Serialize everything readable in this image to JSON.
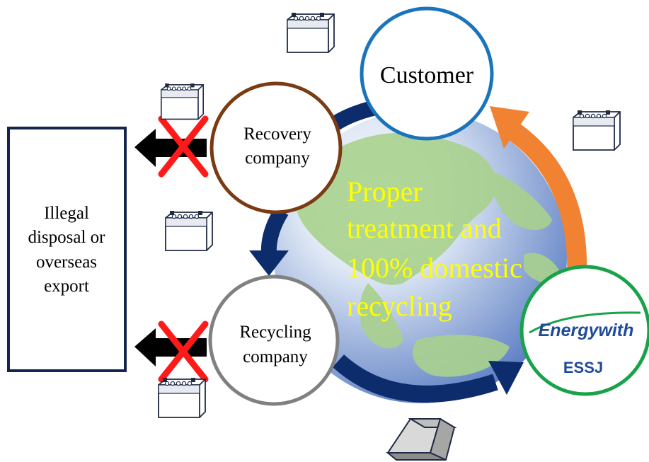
{
  "center_text": {
    "line1": "Proper",
    "line2": "treatment and",
    "line3": "100% domestic",
    "line4": "recycling"
  },
  "nodes": {
    "customer": "Customer",
    "recovery": {
      "line1": "Recovery",
      "line2": "company"
    },
    "recycling": {
      "line1": "Recycling",
      "line2": "company"
    },
    "logo": {
      "brand": "Energywith",
      "sub": "ESSJ"
    }
  },
  "illegal_box": {
    "line1": "Illegal",
    "line2": "disposal or",
    "line3": "overseas",
    "line4": "export"
  },
  "colors": {
    "navy": "#0d2c6c",
    "orange": "#f08232",
    "customer_ring": "#1a74bb",
    "recovery_ring": "#7a3b13",
    "recycling_ring": "#808080",
    "energywith_ring": "#18a24a",
    "cross": "#ff1a1a",
    "center_text": "#ffff00"
  },
  "icons": [
    "battery-icon",
    "battery-icon",
    "battery-icon",
    "battery-icon",
    "battery-icon",
    "ingot-icon"
  ]
}
